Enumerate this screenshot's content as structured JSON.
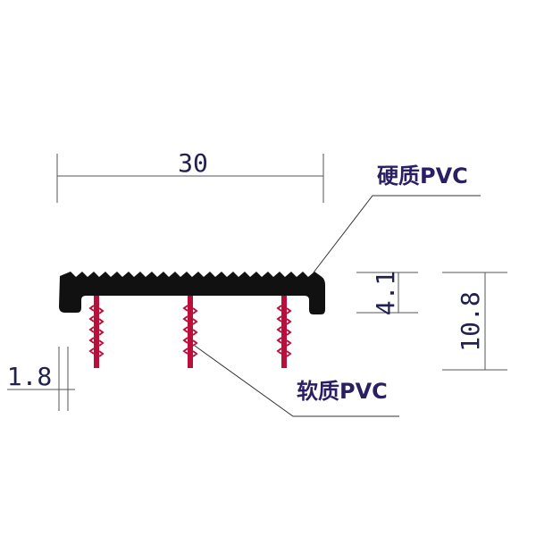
{
  "labels": {
    "rigid": "硬质PVC",
    "soft": "软质PVC"
  },
  "dimensions": {
    "width": "30",
    "depth_small": "1.8",
    "height_inner": "4.1",
    "height_total": "10.8"
  },
  "colors": {
    "rigid_body": "#111111",
    "soft_fins": "#b8103a",
    "dimension_lines": "#555555",
    "text": "#2a1f63"
  }
}
